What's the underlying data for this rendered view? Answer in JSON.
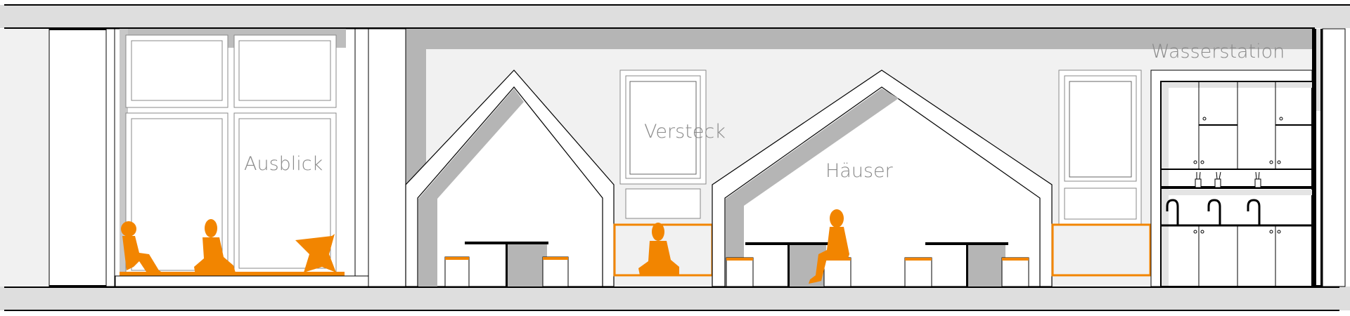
{
  "labels": {
    "window_seat": "Ausblick",
    "hideaway": "Versteck",
    "houses": "Häuser",
    "water_station": "Wasserstation"
  },
  "colors": {
    "accent": "#f28500",
    "shadow": "#b5b5b5",
    "slab": "#dedede",
    "wall": "#f1f1f1",
    "line": "#000000"
  }
}
